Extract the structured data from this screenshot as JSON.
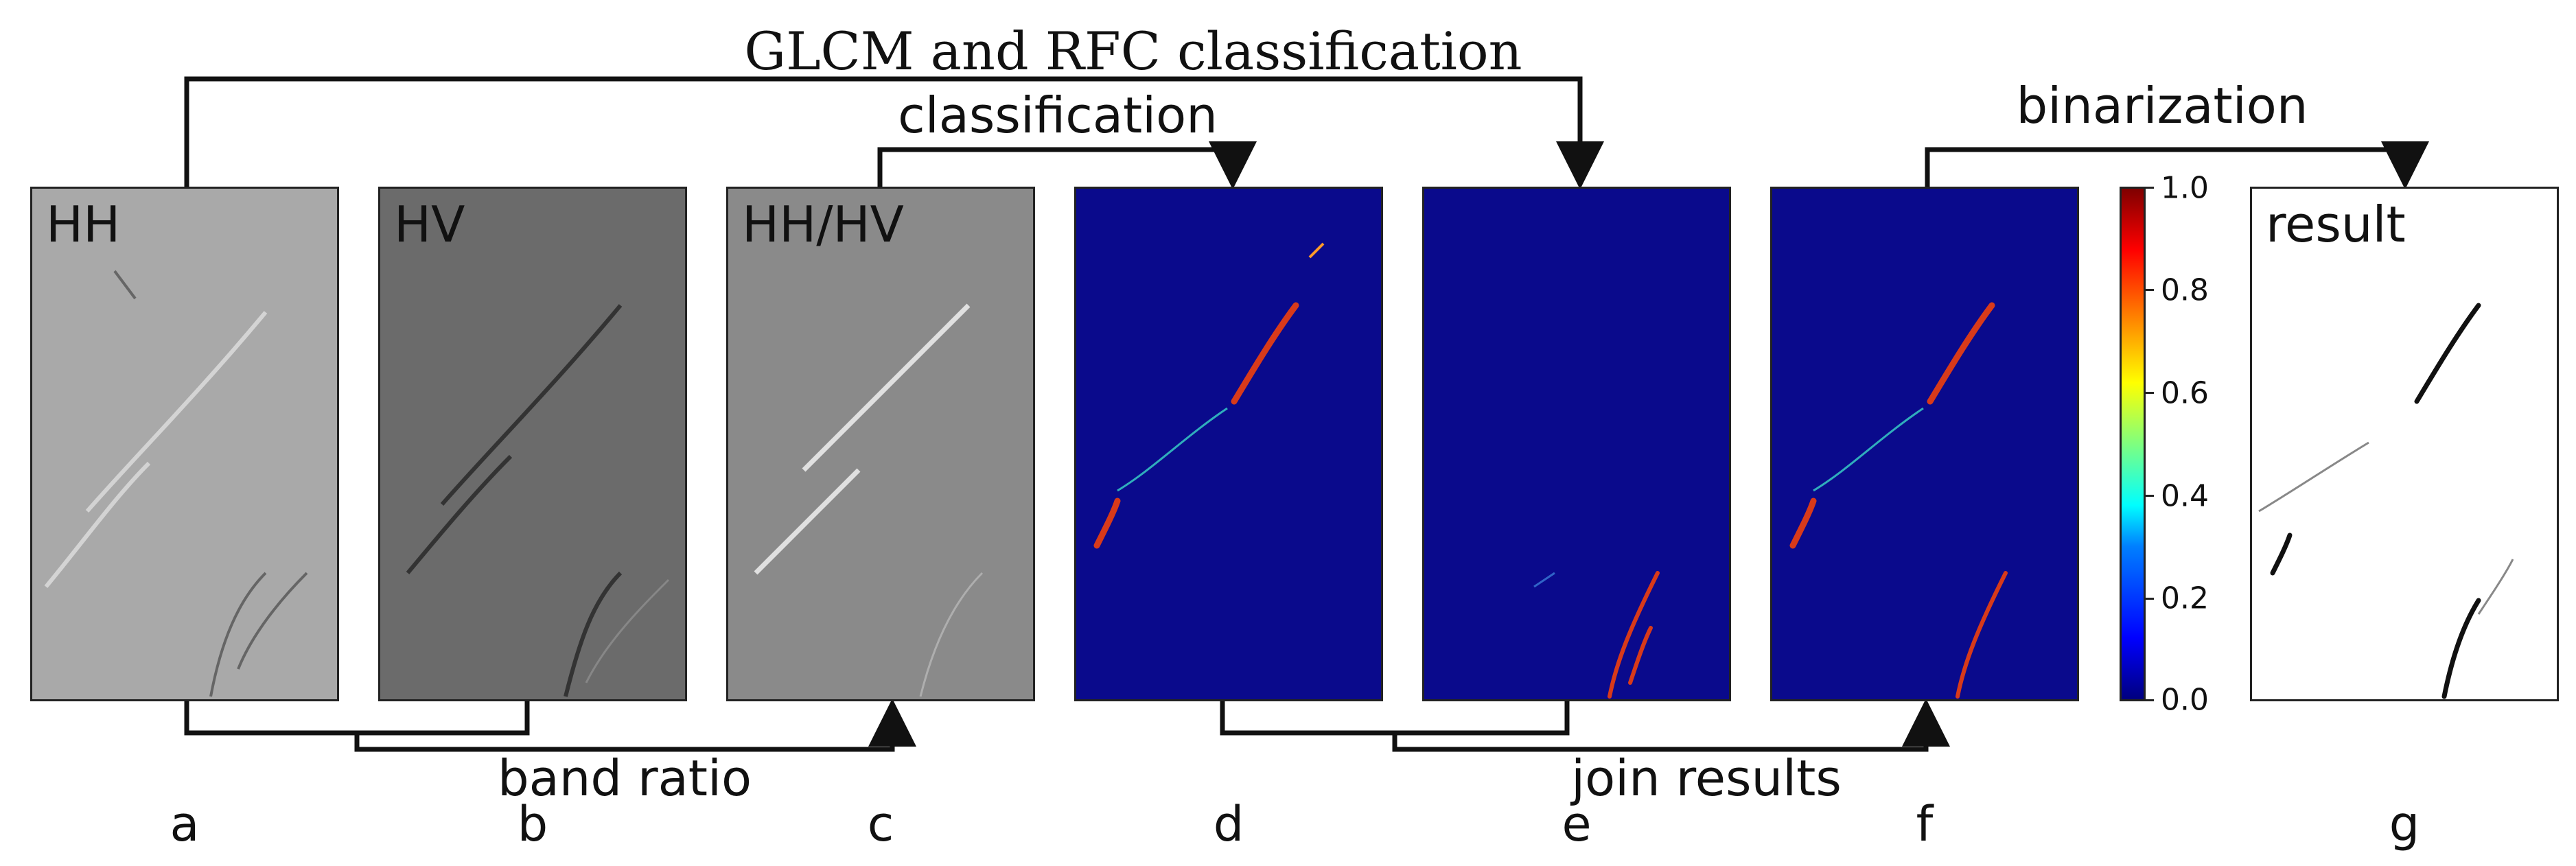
{
  "title": "GLCM and RFC classification",
  "captions": {
    "classification": "classification",
    "binarization": "binarization",
    "band_ratio": "band ratio",
    "join_results": "join results"
  },
  "panels": [
    {
      "letter": "a",
      "label": "HH",
      "kind": "sar-hh"
    },
    {
      "letter": "b",
      "label": "HV",
      "kind": "sar-hv"
    },
    {
      "letter": "c",
      "label": "HH/HV",
      "kind": "sar-ratio"
    },
    {
      "letter": "d",
      "label": "",
      "kind": "probability-map"
    },
    {
      "letter": "e",
      "label": "",
      "kind": "probability-map"
    },
    {
      "letter": "f",
      "label": "",
      "kind": "probability-map"
    },
    {
      "letter": "g",
      "label": "result",
      "kind": "binary-map"
    }
  ],
  "colorbar": {
    "colormap": "jet",
    "ticks": [
      "1.0",
      "0.8",
      "0.6",
      "0.4",
      "0.2",
      "0.0"
    ],
    "range": [
      0.0,
      1.0
    ]
  },
  "colors": {
    "line": "#111111",
    "jet_background": "#0a0a8c",
    "jet_high": "#d83a1a"
  }
}
